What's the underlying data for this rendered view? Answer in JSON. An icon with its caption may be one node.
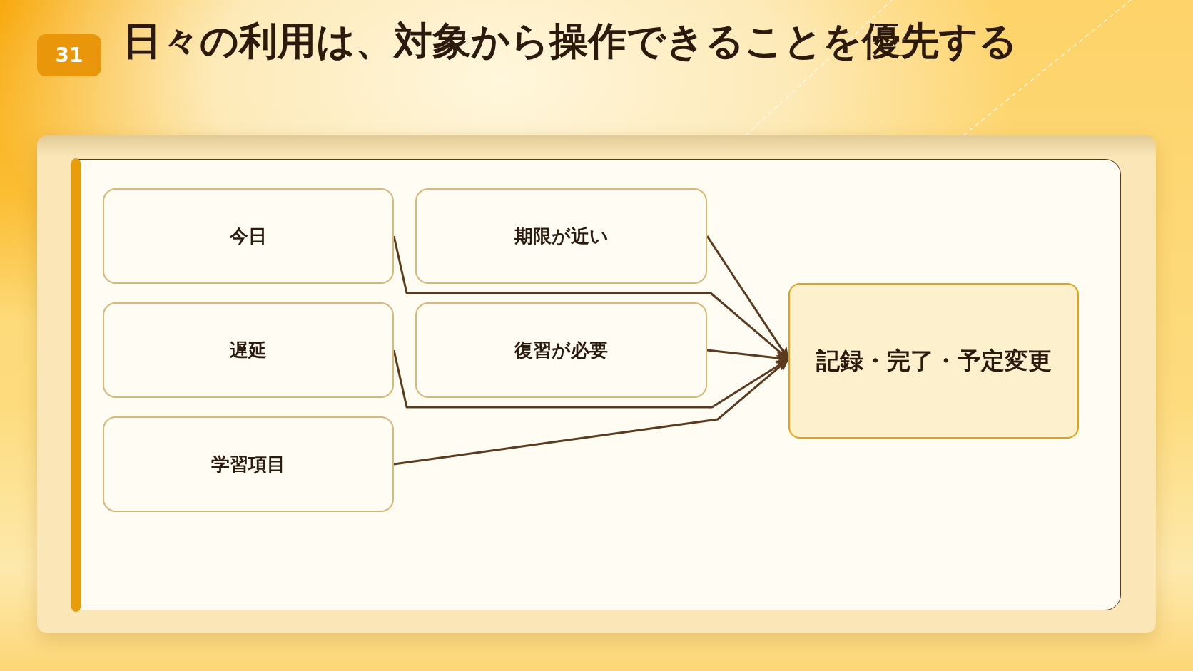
{
  "diagram": {
    "title": "日々の利用は、対象から操作できることを優先する",
    "nodes": [
      {
        "text": [
          "今日"
        ]
      },
      {
        "text": [
          "期限が近い"
        ]
      },
      {
        "text": [
          "遅延"
        ]
      },
      {
        "text": [
          "復習が必要"
        ]
      },
      {
        "text": [
          "学習項目"
        ]
      },
      {
        "text": [
          "記録・完了・予定変更"
        ]
      }
    ],
    "edges": [
      {
        "from": 0,
        "to": 5,
        "arrow": "to"
      },
      {
        "from": 1,
        "to": 5,
        "arrow": "to"
      },
      {
        "from": 2,
        "to": 5,
        "arrow": "to"
      },
      {
        "from": 3,
        "to": 5,
        "arrow": "to"
      },
      {
        "from": 4,
        "to": 5,
        "arrow": "to"
      }
    ],
    "labels": [
      "31"
    ]
  }
}
